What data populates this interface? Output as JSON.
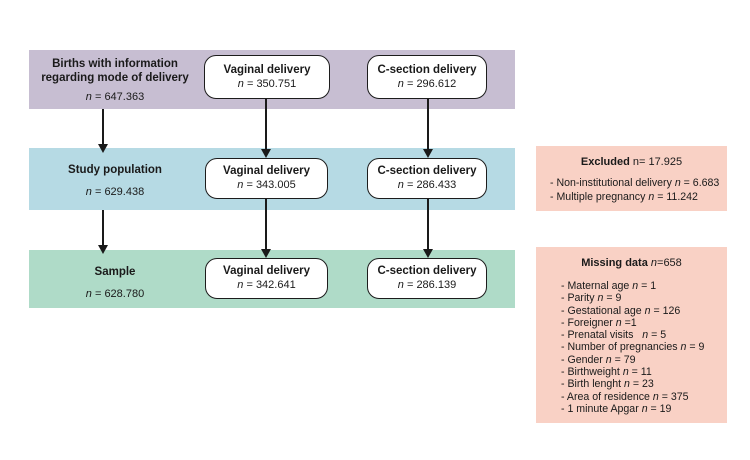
{
  "flow": {
    "rows": [
      {
        "label": {
          "lines": [
            "Births with information",
            "regarding mode of delivery"
          ],
          "n": "n",
          "value": " = 647.363"
        },
        "boxes": [
          {
            "title": "Vaginal delivery",
            "n": "n",
            "value": " = 350.751"
          },
          {
            "title": "C-section delivery",
            "n": "n",
            "value": " = 296.612"
          }
        ]
      },
      {
        "label": {
          "lines": [
            "Study population"
          ],
          "n": "n",
          "value": " = 629.438"
        },
        "boxes": [
          {
            "title": "Vaginal delivery",
            "n": "n",
            "value": " = 343.005"
          },
          {
            "title": "C-section delivery",
            "n": "n",
            "value": " = 286.433"
          }
        ]
      },
      {
        "label": {
          "lines": [
            "Sample"
          ],
          "n": "n",
          "value": " = 628.780"
        },
        "boxes": [
          {
            "title": "Vaginal delivery",
            "n": "n",
            "value": " = 342.641"
          },
          {
            "title": "C-section delivery",
            "n": "n",
            "value": " = 286.139"
          }
        ]
      }
    ]
  },
  "excluded": {
    "title_bold": "Excluded",
    "title_rest": " n= 17.925",
    "items": [
      {
        "pre": "- Non-institutional delivery ",
        "n": "n",
        "post": " = 6.683"
      },
      {
        "pre": "- Multiple pregnancy ",
        "n": "n",
        "post": " = 11.242"
      }
    ]
  },
  "missing": {
    "title_bold": "Missing data",
    "title_n": "n",
    "title_rest": "=658",
    "items": [
      {
        "pre": "- Maternal age ",
        "n": "n",
        "post": " = 1"
      },
      {
        "pre": "- Parity ",
        "n": "n",
        "post": " = 9"
      },
      {
        "pre": "- Gestational age ",
        "n": "n",
        "post": " = 126"
      },
      {
        "pre": "- Foreigner ",
        "n": "n",
        "post": " =1"
      },
      {
        "pre": "- Prenatal visits   ",
        "n": "n",
        "post": " = 5"
      },
      {
        "pre": "- Number of pregnancies ",
        "n": "n",
        "post": " = 9"
      },
      {
        "pre": "- Gender ",
        "n": "n",
        "post": " = 79"
      },
      {
        "pre": "- Birthweight ",
        "n": "n",
        "post": " = 11"
      },
      {
        "pre": "- Birth lenght ",
        "n": "n",
        "post": " = 23"
      },
      {
        "pre": "- Area of residence ",
        "n": "n",
        "post": " = 375"
      },
      {
        "pre": "- 1 minute Apgar ",
        "n": "n",
        "post": " = 19"
      }
    ]
  },
  "colors": {
    "band_births": "#c7bed2",
    "band_study": "#b6dae4",
    "band_sample": "#afdbc8",
    "side_box": "#f9d1c5",
    "node_border": "#1c1c1c",
    "text": "#1a1a1a"
  }
}
